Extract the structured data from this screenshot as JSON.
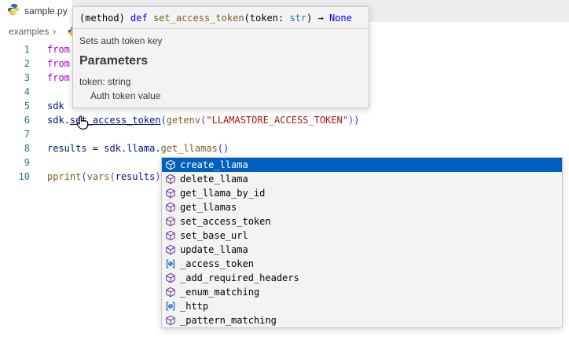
{
  "tab": {
    "label": "sample.py",
    "icon": "python-icon"
  },
  "breadcrumb": {
    "items": [
      "examples"
    ],
    "separator": "›"
  },
  "colors": {
    "tabbar_bg": "#ececec",
    "editor_bg": "#ffffff",
    "line_number": "#237893",
    "keyword": "#af00db",
    "variable": "#001080",
    "function": "#795e26",
    "string": "#a31515",
    "type": "#267f99",
    "keyword2": "#0000ff",
    "bracket_level1": "#0431fa",
    "bracket_level2": "#9b2393",
    "hover_bg": "#f3f3f3",
    "hover_border": "#c8c8c8",
    "suggest_bg": "#f3f3f3",
    "suggest_selected_bg": "#0060c0",
    "method_icon": "#652d90",
    "field_icon": "#005fb8"
  },
  "editor": {
    "lines": [
      {
        "number": "1",
        "tokens": [
          {
            "t": "from",
            "c": "keyword"
          }
        ]
      },
      {
        "number": "2",
        "tokens": [
          {
            "t": "from",
            "c": "keyword"
          }
        ]
      },
      {
        "number": "3",
        "tokens": [
          {
            "t": "from",
            "c": "keyword"
          }
        ]
      },
      {
        "number": "4",
        "tokens": []
      },
      {
        "number": "5",
        "tokens": [
          {
            "t": "sdk",
            "c": "variable"
          }
        ]
      },
      {
        "number": "6",
        "tokens": [
          {
            "t": "sdk",
            "c": "variable"
          },
          {
            "t": ".",
            "c": "plain"
          },
          {
            "t": "set_access_token",
            "c": "link"
          },
          {
            "t": "(",
            "c": "b1"
          },
          {
            "t": "getenv",
            "c": "function"
          },
          {
            "t": "(",
            "c": "b2"
          },
          {
            "t": "\"LLAMASTORE_ACCESS_TOKEN\"",
            "c": "string"
          },
          {
            "t": ")",
            "c": "b2"
          },
          {
            "t": ")",
            "c": "b1"
          }
        ]
      },
      {
        "number": "7",
        "tokens": []
      },
      {
        "number": "8",
        "tokens": [
          {
            "t": "results",
            "c": "variable"
          },
          {
            "t": " = ",
            "c": "plain"
          },
          {
            "t": "sdk",
            "c": "variable"
          },
          {
            "t": ".",
            "c": "plain"
          },
          {
            "t": "llama",
            "c": "variable"
          },
          {
            "t": ".",
            "c": "plain"
          },
          {
            "t": "get_llamas",
            "c": "function"
          },
          {
            "t": "(",
            "c": "b1"
          },
          {
            "t": ")",
            "c": "b1"
          }
        ]
      },
      {
        "number": "9",
        "tokens": []
      },
      {
        "number": "10",
        "tokens": [
          {
            "t": "pprint",
            "c": "function"
          },
          {
            "t": "(",
            "c": "b1"
          },
          {
            "t": "vars",
            "c": "function"
          },
          {
            "t": "(",
            "c": "b2"
          },
          {
            "t": "results",
            "c": "variable"
          },
          {
            "t": ")",
            "c": "b2"
          }
        ]
      }
    ]
  },
  "hover": {
    "signature_tokens": [
      {
        "t": "(method) ",
        "c": "plain"
      },
      {
        "t": "def",
        "c": "kw2"
      },
      {
        "t": " ",
        "c": "plain"
      },
      {
        "t": "set_access_token",
        "c": "function"
      },
      {
        "t": "(token: ",
        "c": "plain"
      },
      {
        "t": "str",
        "c": "type"
      },
      {
        "t": ") → ",
        "c": "plain"
      },
      {
        "t": "None",
        "c": "kw2"
      }
    ],
    "description": "Sets auth token key",
    "heading": "Parameters",
    "param": "token: string",
    "param_doc": "Auth token value"
  },
  "suggest": {
    "items": [
      {
        "label": "create_llama",
        "kind": "method",
        "selected": true
      },
      {
        "label": "delete_llama",
        "kind": "method",
        "selected": false
      },
      {
        "label": "get_llama_by_id",
        "kind": "method",
        "selected": false
      },
      {
        "label": "get_llamas",
        "kind": "method",
        "selected": false
      },
      {
        "label": "set_access_token",
        "kind": "method",
        "selected": false
      },
      {
        "label": "set_base_url",
        "kind": "method",
        "selected": false
      },
      {
        "label": "update_llama",
        "kind": "method",
        "selected": false
      },
      {
        "label": "_access_token",
        "kind": "field",
        "selected": false
      },
      {
        "label": "_add_required_headers",
        "kind": "method",
        "selected": false
      },
      {
        "label": "_enum_matching",
        "kind": "method",
        "selected": false
      },
      {
        "label": "_http",
        "kind": "field",
        "selected": false
      },
      {
        "label": "_pattern_matching",
        "kind": "method",
        "selected": false
      }
    ]
  }
}
